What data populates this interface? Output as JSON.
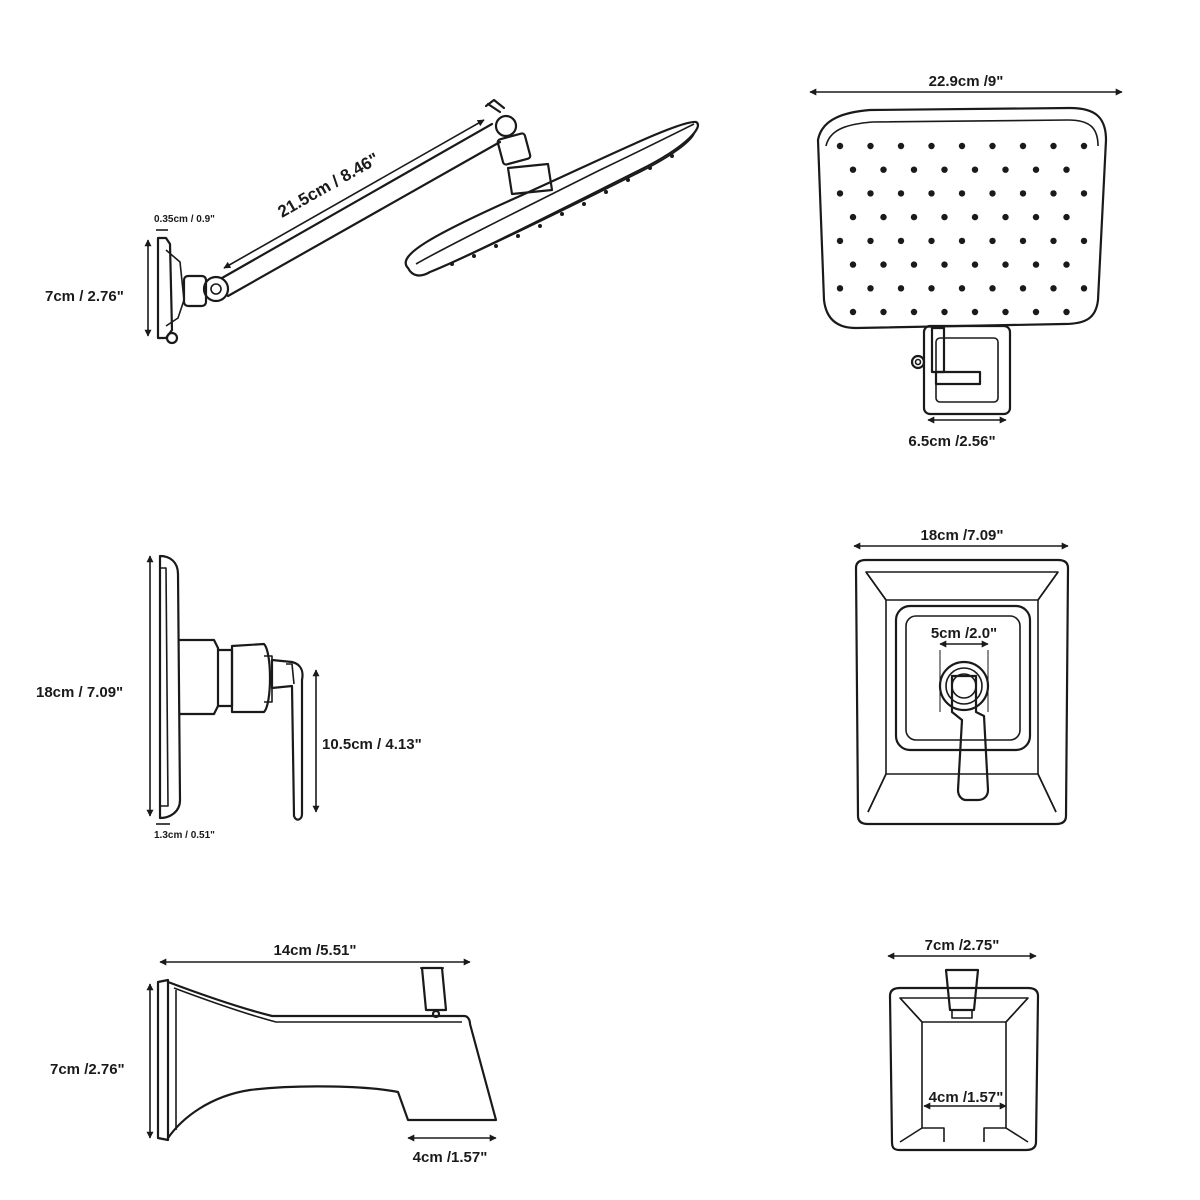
{
  "dimensions": {
    "arm_length": "21.5cm / 8.46\"",
    "flange_thickness": "0.35cm / 0.9\"",
    "flange_height": "7cm / 2.76\"",
    "head_width": "22.9cm /9\"",
    "bracket_width": "6.5cm /2.56\"",
    "plate_height_side": "18cm / 7.09\"",
    "handle_length": "10.5cm / 4.13\"",
    "plate_thickness": "1.3cm / 0.51\"",
    "plate_width_front": "18cm /7.09\"",
    "hub_diameter": "5cm /2.0\"",
    "spout_length": "14cm /5.51\"",
    "spout_height": "7cm /2.76\"",
    "spout_outlet": "4cm /1.57\"",
    "spout_front_width": "7cm /2.75\"",
    "spout_front_outlet": "4cm /1.57\""
  }
}
